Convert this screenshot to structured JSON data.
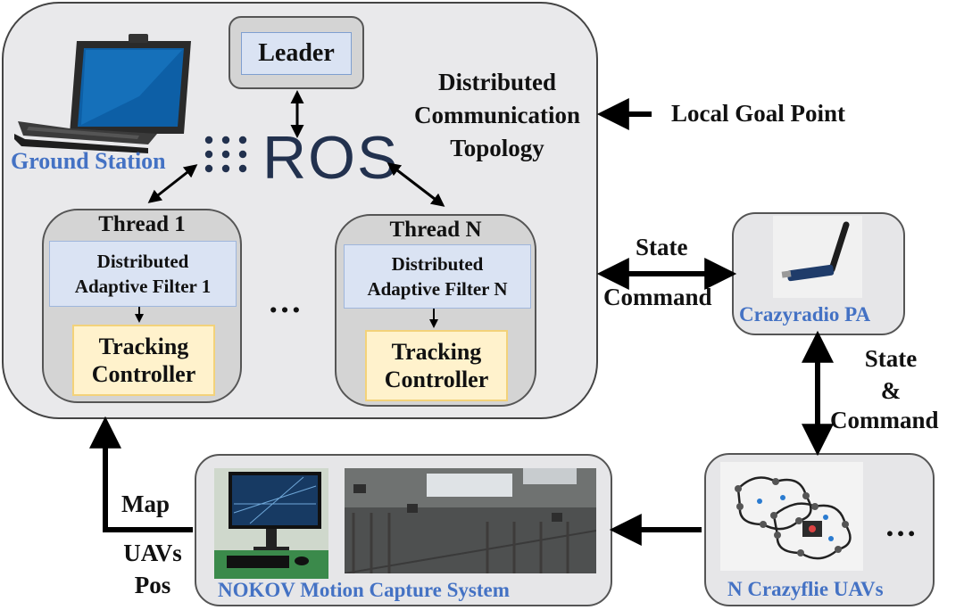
{
  "ground_station": {
    "label": "Ground Station",
    "leader_label": "Leader",
    "ros_logo_text": "ROS",
    "topology_lines": [
      "Distributed",
      "Communication",
      "Topology"
    ]
  },
  "threads": [
    {
      "title": "Thread 1",
      "filter_lines": [
        "Distributed",
        "Adaptive Filter 1"
      ],
      "controller_lines": [
        "Tracking",
        "Controller"
      ]
    },
    {
      "title": "Thread N",
      "filter_lines": [
        "Distributed",
        "Adaptive Filter N"
      ],
      "controller_lines": [
        "Tracking",
        "Controller"
      ]
    }
  ],
  "thread_ellipsis": "…",
  "local_goal_label": "Local Goal Point",
  "link_radio": {
    "top": "State",
    "bottom": "Command"
  },
  "crazyradio_label": "Crazyradio PA",
  "link_uav": [
    "State",
    "&",
    "Command"
  ],
  "uavs": {
    "label": "N Crazyflie UAVs",
    "ellipsis": "…"
  },
  "nokov_label": "NOKOV Motion Capture System",
  "feedback": {
    "map": "Map",
    "uavs_pos": [
      "UAVs",
      "Pos"
    ]
  },
  "colors": {
    "label_blue": "#4472c4",
    "filter_fill": "#dae3f3",
    "controller_fill": "#fff2cc",
    "ros_dark": "#22314e"
  }
}
